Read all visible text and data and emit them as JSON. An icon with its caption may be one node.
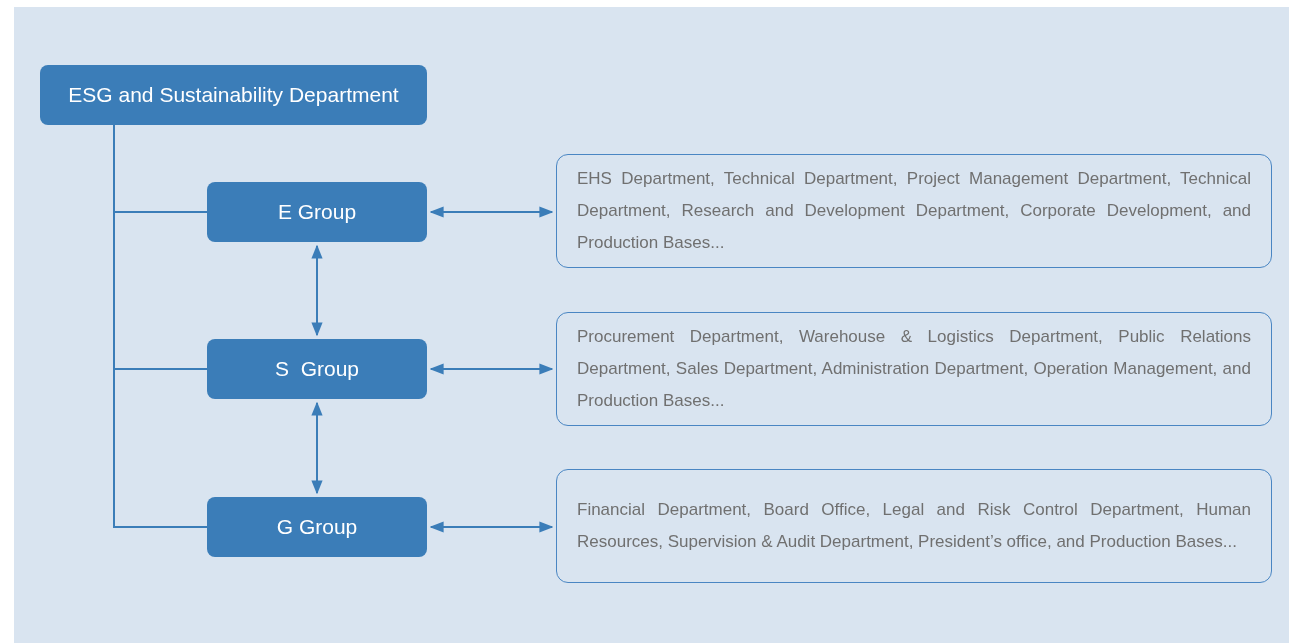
{
  "diagram": {
    "nodes": [
      {
        "text": [
          "ESG and Sustainability Department"
        ]
      },
      {
        "text": [
          "E Group"
        ]
      },
      {
        "text": [
          "S  Group"
        ]
      },
      {
        "text": [
          "G Group"
        ]
      },
      {
        "text": [
          "EHS Department, Technical Department, Project Management Department, Technical Department, Research and Development Department, Corporate Development, and Production Bases..."
        ]
      },
      {
        "text": [
          "Procurement Department, Warehouse & Logistics Department, Public Relations Department, Sales Department, Administration Department, Operation Management, and Production Bases..."
        ]
      },
      {
        "text": [
          "Financial Department, Board Office, Legal and Risk Control Department, Human Resources, Supervision & Audit Department, President’s office, and Production Bases..."
        ]
      }
    ],
    "edges": [
      {
        "from": 0,
        "to": 1,
        "arrow": "none"
      },
      {
        "from": 0,
        "to": 2,
        "arrow": "none"
      },
      {
        "from": 0,
        "to": 3,
        "arrow": "none"
      },
      {
        "from": 1,
        "to": 4,
        "arrow": "both"
      },
      {
        "from": 1,
        "to": 2,
        "arrow": "both"
      },
      {
        "from": 2,
        "to": 5,
        "arrow": "both"
      },
      {
        "from": 2,
        "to": 3,
        "arrow": "both"
      },
      {
        "from": 3,
        "to": 6,
        "arrow": "both"
      }
    ]
  }
}
